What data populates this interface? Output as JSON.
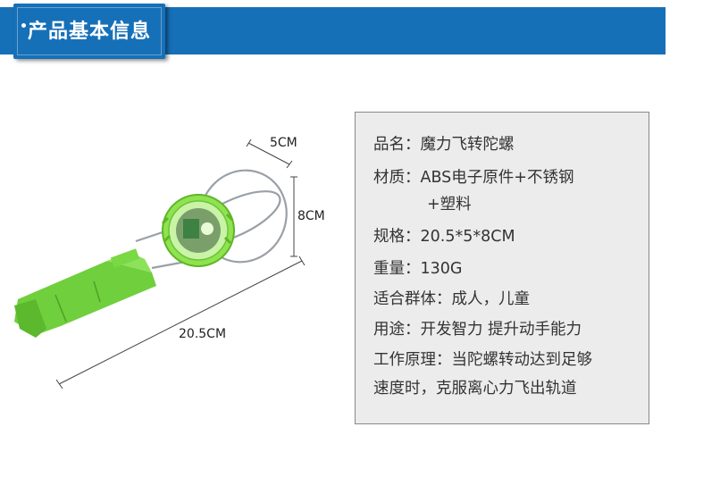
{
  "header": {
    "title": "产品基本信息"
  },
  "dimensions": {
    "width_label": "5CM",
    "height_label": "8CM",
    "length_label": "20.5CM"
  },
  "info": {
    "name": "品名：魔力飞转陀螺",
    "material_line1": "材质：ABS电子原件+不锈钢",
    "material_line2": "+塑料",
    "spec": "规格：20.5*5*8CM",
    "weight": "重量：130G",
    "audience": "适合群体：成人，儿童",
    "usage": "用途：开发智力 提升动手能力",
    "principle_line1": "工作原理：当陀螺转动达到足够",
    "principle_line2": "速度时，克服离心力飞出轨道"
  },
  "colors": {
    "header_blue": "#1670b8",
    "toy_green": "#7cd64a",
    "box_bg": "#ececec"
  }
}
